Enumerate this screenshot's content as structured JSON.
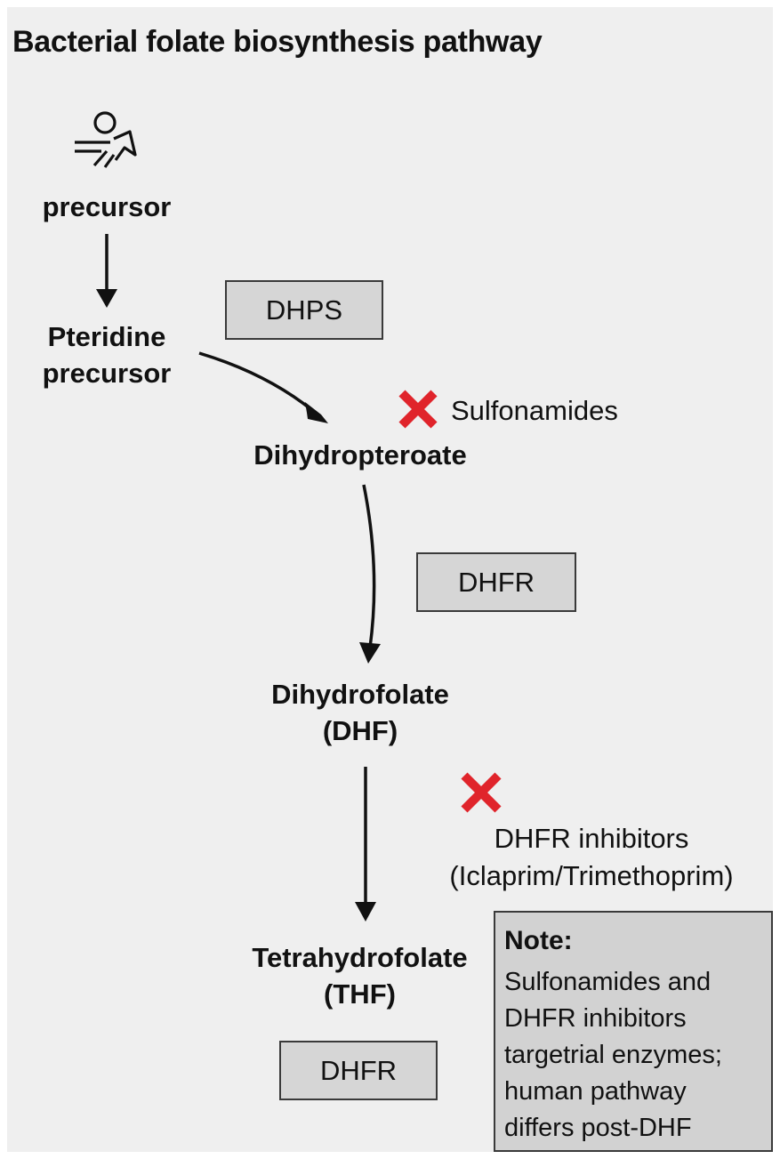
{
  "title": "Bacterial folate biosynthesis pathway",
  "nodes": {
    "precursor": "precursor",
    "pteridine_line1": "Pteridine",
    "pteridine_line2": "precursor",
    "dihydropteroate": "Dihydropteroate",
    "dhf_line1": "Dihydrofolate",
    "dhf_line2": "(DHF)",
    "thf_line1": "Tetrahydrofolate",
    "thf_line2": "(THF)"
  },
  "enzymes": {
    "dhps": "DHPS",
    "dhfr_upper": "DHFR",
    "dhfr_lower": "DHFR"
  },
  "inhibitors": {
    "sulfonamides": "Sulfonamides",
    "dhfr_line1": "DHFR inhibitors",
    "dhfr_line2": "(Iclaprim/Trimethoprim)"
  },
  "note": {
    "title": "Note:",
    "lines": [
      "Sulfonamides and",
      "DHFR inhibitors",
      "targetrial enzymes;",
      "human pathway",
      "differs post-DHF"
    ]
  },
  "colors": {
    "background": "#efefef",
    "box": "#d6d6d6",
    "inhibit_x": "#e0242b",
    "arrow": "#111111"
  },
  "icons": {
    "precursor": "running-person-icon",
    "block": "x-mark-icon"
  }
}
